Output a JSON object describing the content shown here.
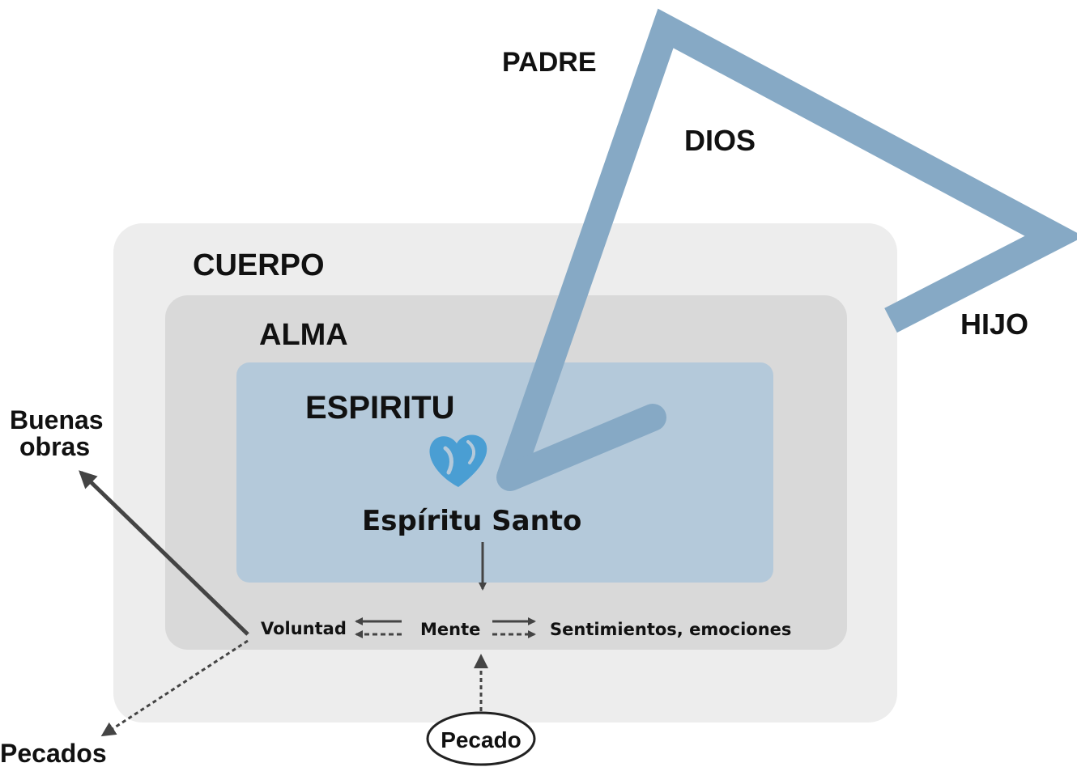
{
  "colors": {
    "cuerpo_fill": "#ededed",
    "alma_fill": "#d9d9d9",
    "espiritu_fill": "#b4c9da",
    "trinity_stroke": "#86a9c5",
    "heart": "#4a9ed3",
    "arrow": "#444444",
    "text": "#111111"
  },
  "trinity": {
    "padre": "PADRE",
    "dios": "DIOS",
    "hijo": "HIJO"
  },
  "layers": {
    "cuerpo": "CUERPO",
    "alma": "ALMA",
    "espiritu": "ESPIRITU"
  },
  "center": {
    "heart_icon": "heart-dove-icon",
    "holy_spirit": "Espíritu Santo"
  },
  "faculties": {
    "voluntad": "Voluntad",
    "mente": "Mente",
    "sentimientos": "Sentimientos, emociones"
  },
  "outcomes": {
    "buenas_line1": "Buenas",
    "buenas_line2": "obras",
    "pecados": "Pecados",
    "pecado": "Pecado"
  }
}
